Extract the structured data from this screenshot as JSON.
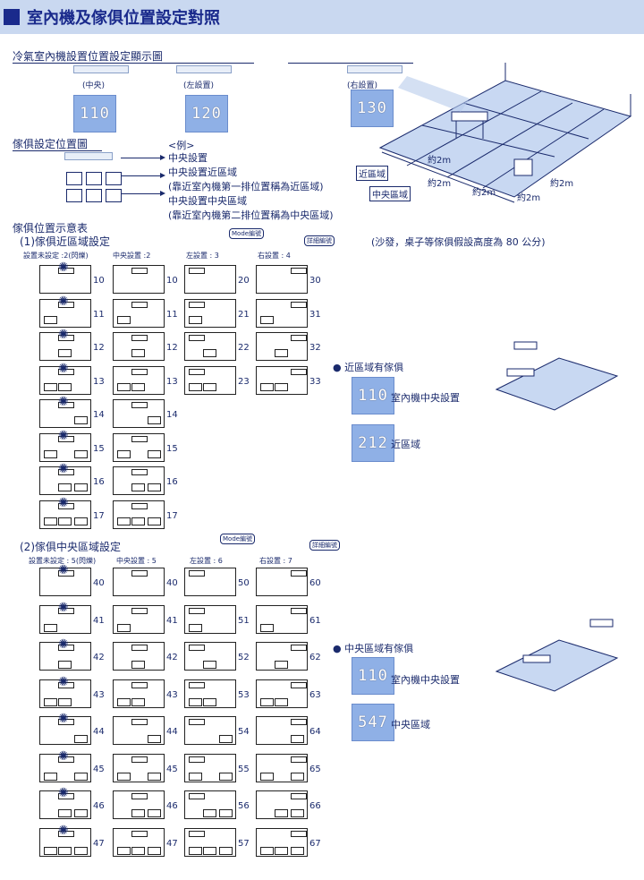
{
  "header": {
    "title": "室內機及傢俱位置設定對照"
  },
  "display_section": {
    "title": "冷氣室內機設置位置設定顯示圖",
    "units": [
      {
        "label": "(中央)",
        "code": "110"
      },
      {
        "label": "(左設置)",
        "code": "120"
      },
      {
        "label": "(右設置)",
        "code": "130"
      }
    ]
  },
  "furniture_setting": {
    "title": "傢俱設定位置圖",
    "example_label": "<例>",
    "lines": [
      "中央設置",
      "中央設置近區域",
      "(靠近室內機第一排位置稱為近區域)",
      "中央設置中央區域",
      "(靠近室內機第二排位置稱為中央區域)"
    ]
  },
  "room_diagram": {
    "labels": [
      "約2m",
      "近區域",
      "約2m",
      "中央區域",
      "約2m",
      "約2m",
      "約2m"
    ],
    "note": "(沙發，桌子等傢俱假設高度為 80 公分)"
  },
  "table": {
    "title": "傢俱位置示意表",
    "section1": {
      "title": "(1)傢俱近區域設定",
      "col_headers": [
        "設置未設定 :2(閃爍)",
        "中央設置 :2",
        "左設置 : 3",
        "右設置 : 4"
      ],
      "bubbles": [
        "Mode編號",
        "詳細編號"
      ],
      "col1": [
        "10",
        "11",
        "12",
        "13",
        "14",
        "15",
        "16",
        "17"
      ],
      "col2": [
        "10",
        "11",
        "12",
        "13",
        "14",
        "15",
        "16",
        "17"
      ],
      "col3": [
        "20",
        "21",
        "22",
        "23"
      ],
      "col4": [
        "30",
        "31",
        "32",
        "33"
      ]
    },
    "section2": {
      "title": "(2)傢俱中央區域設定",
      "col_headers": [
        "設置未設定 : 5(閃爍)",
        "中央設置 : 5",
        "左設置 : 6",
        "右設置 : 7"
      ],
      "bubbles": [
        "Mode編號",
        "詳細編號"
      ],
      "col1": [
        "40",
        "41",
        "42",
        "43",
        "44",
        "45",
        "46",
        "47"
      ],
      "col2": [
        "40",
        "41",
        "42",
        "43",
        "44",
        "45",
        "46",
        "47"
      ],
      "col3": [
        "50",
        "51",
        "52",
        "53",
        "54",
        "55",
        "56",
        "57"
      ],
      "col4": [
        "60",
        "61",
        "62",
        "63",
        "64",
        "65",
        "66",
        "67"
      ]
    }
  },
  "examples": [
    {
      "bullet": "● 近區域有傢俱",
      "rows": [
        {
          "code": "110",
          "text": "室內機中央設置"
        },
        {
          "code": "212",
          "text": "近區域"
        }
      ]
    },
    {
      "bullet": "● 中央區域有傢俱",
      "rows": [
        {
          "code": "110",
          "text": "室內機中央設置"
        },
        {
          "code": "547",
          "text": "中央區域"
        }
      ]
    }
  ]
}
